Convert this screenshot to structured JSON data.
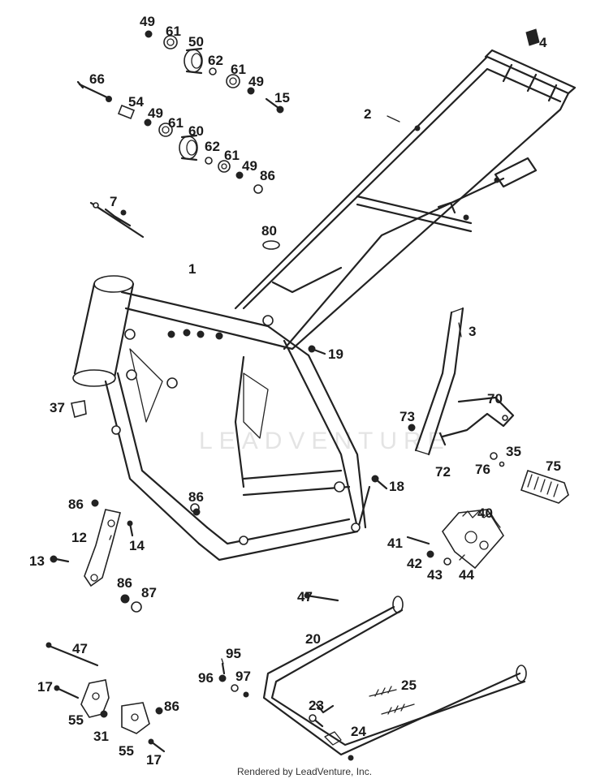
{
  "diagram": {
    "watermark": "LEADVENTURE",
    "footer": "Rendered by LeadVenture, Inc.",
    "labels": [
      "49",
      "61",
      "50",
      "62",
      "61",
      "49",
      "15",
      "66",
      "54",
      "49",
      "61",
      "60",
      "62",
      "61",
      "49",
      "86",
      "4",
      "2",
      "7",
      "80",
      "1",
      "19",
      "3",
      "70",
      "37",
      "73",
      "72",
      "76",
      "35",
      "75",
      "18",
      "86",
      "86",
      "12",
      "14",
      "40",
      "41",
      "42",
      "43",
      "44",
      "13",
      "86",
      "87",
      "47",
      "20",
      "47",
      "95",
      "96",
      "97",
      "25",
      "17",
      "55",
      "31",
      "86",
      "23",
      "24",
      "55",
      "17"
    ]
  }
}
